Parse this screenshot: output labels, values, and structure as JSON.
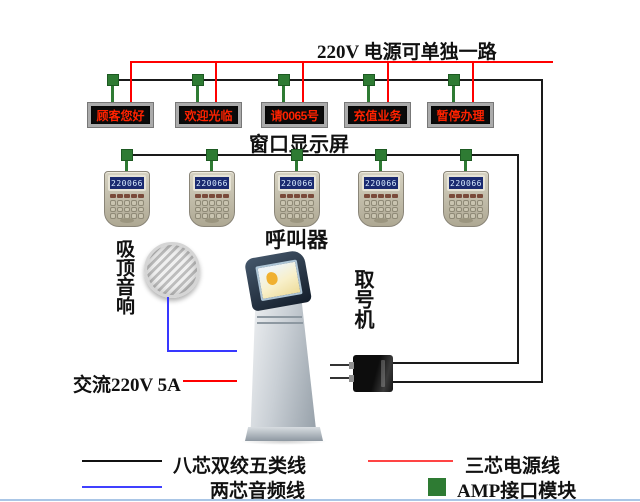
{
  "title": "220V 电源可单独一路",
  "displays": {
    "label": "窗口显示屏",
    "items": [
      "顾客您好",
      "欢迎光临",
      "请0065号",
      "充值业务",
      "暂停办理"
    ]
  },
  "callers": {
    "label": "呼叫器",
    "lcd": "220066"
  },
  "speaker": {
    "label": "吸顶音响"
  },
  "kiosk": {
    "label": "取号机"
  },
  "power": {
    "label": "交流220V 5A"
  },
  "legend": {
    "cat5": "八芯双绞五类线",
    "power_line": "三芯电源线",
    "audio": "两芯音频线",
    "amp": "AMP接口模块"
  }
}
